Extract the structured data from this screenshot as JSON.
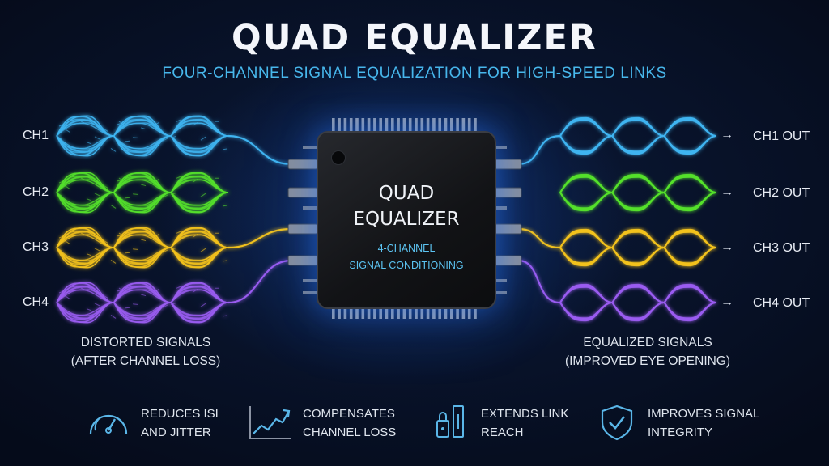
{
  "title": "QUAD EQUALIZER",
  "subtitle": "FOUR-CHANNEL SIGNAL EQUALIZATION FOR HIGH-SPEED LINKS",
  "channels": [
    {
      "input": "CH1",
      "output": "CH1 OUT",
      "color": "#3fb4f0"
    },
    {
      "input": "CH2",
      "output": "CH2 OUT",
      "color": "#54e02c"
    },
    {
      "input": "CH3",
      "output": "CH3 OUT",
      "color": "#f2c21c"
    },
    {
      "input": "CH4",
      "output": "CH4 OUT",
      "color": "#9a5cf0"
    }
  ],
  "chip": {
    "line1": "QUAD",
    "line2": "EQUALIZER",
    "sub1": "4-CHANNEL",
    "sub2": "SIGNAL CONDITIONING"
  },
  "left_caption": {
    "line1": "DISTORTED SIGNALS",
    "line2": "(AFTER CHANNEL LOSS)"
  },
  "right_caption": {
    "line1": "EQUALIZED SIGNALS",
    "line2": "(IMPROVED EYE OPENING)"
  },
  "features": [
    {
      "line1": "REDUCES ISI",
      "line2": "AND JITTER",
      "icon": "gauge-icon"
    },
    {
      "line1": "COMPENSATES",
      "line2": "CHANNEL LOSS",
      "icon": "rising-chart-icon"
    },
    {
      "line1": "EXTENDS LINK",
      "line2": "REACH",
      "icon": "link-icon"
    },
    {
      "line1": "IMPROVES SIGNAL",
      "line2": "INTEGRITY",
      "icon": "shield-check-icon"
    }
  ],
  "accent_color": "#48b8ec"
}
